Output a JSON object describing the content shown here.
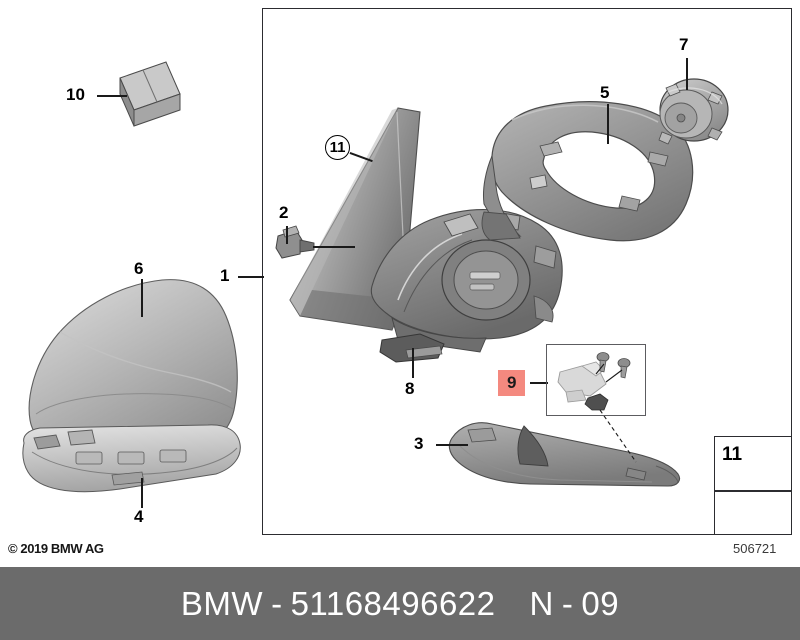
{
  "document": {
    "type": "parts-diagram",
    "copyright": "© 2019 BMW AG",
    "drawing_number": "506721",
    "frame_label": "1"
  },
  "footer": {
    "brand": "BMW",
    "separator": "-",
    "part_number": "51168496622",
    "section_letter": "N",
    "section_number": "09",
    "full_text": "BMW - 51168496622   N - 09",
    "background_color": "#6b6b6b",
    "text_color": "#ffffff"
  },
  "callouts": [
    {
      "id": "1",
      "label": "1",
      "style": "plain",
      "description": "exterior mirror assembly (frame pointer)"
    },
    {
      "id": "2",
      "label": "2",
      "style": "plain",
      "description": "electrical connector / plug"
    },
    {
      "id": "3",
      "label": "3",
      "style": "plain",
      "description": "lower mirror trim / cover strip"
    },
    {
      "id": "4",
      "label": "4",
      "style": "plain",
      "description": "turn indicator light carrier"
    },
    {
      "id": "5",
      "label": "5",
      "style": "plain",
      "description": "mirror frame / bezel support"
    },
    {
      "id": "6",
      "label": "6",
      "style": "plain",
      "description": "mirror cover cap"
    },
    {
      "id": "7",
      "label": "7",
      "style": "plain",
      "description": "mirror drive motor"
    },
    {
      "id": "8",
      "label": "8",
      "style": "plain",
      "description": "small bracket / sensor"
    },
    {
      "id": "9",
      "label": "9",
      "style": "highlighted",
      "description": "mounting bracket with screws",
      "highlight_color": "#f4897f"
    },
    {
      "id": "10",
      "label": "10",
      "style": "plain",
      "description": "repair kit box"
    },
    {
      "id": "11",
      "label": "11",
      "style": "circled",
      "description": "mirror glass"
    },
    {
      "id": "11b",
      "label": "11",
      "style": "legend",
      "description": "fillister head screw (legend)"
    }
  ],
  "legend": {
    "part_label": "11",
    "icon_top": "screw-icon",
    "icon_bottom": "direction-arrow-icon"
  },
  "colors": {
    "frame_border": "#2c2c30",
    "leader_line": "#1a1a1a",
    "highlight": "#f4897f",
    "footer_bar": "#6b6b6b",
    "part_light": "#d3d3d3",
    "part_mid": "#9a9a9a",
    "part_dark": "#5a5a5a"
  }
}
